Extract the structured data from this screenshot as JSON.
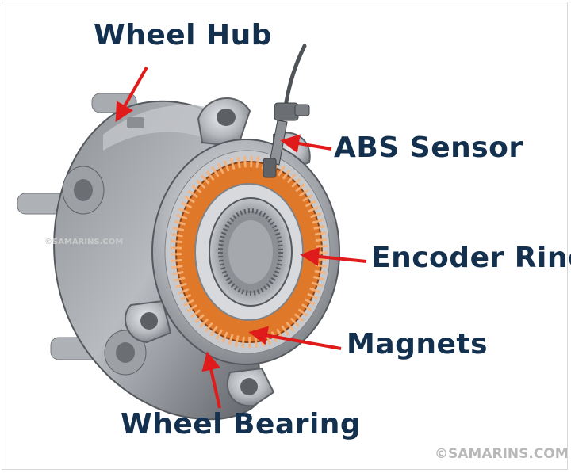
{
  "labels": {
    "wheel_hub": "Wheel Hub",
    "abs_sensor": "ABS Sensor",
    "encoder_ring": "Encoder Ring",
    "magnets": "Magnets",
    "wheel_bearing": "Wheel Bearing"
  },
  "watermarks": {
    "center": "©SAMARINS.COM",
    "corner": "©SAMARINS.COM"
  },
  "colors": {
    "label_text": "#14304f",
    "arrow": "#e01b1b",
    "encoder_orange": "#e0782a",
    "metal": "#b9bcc1"
  }
}
